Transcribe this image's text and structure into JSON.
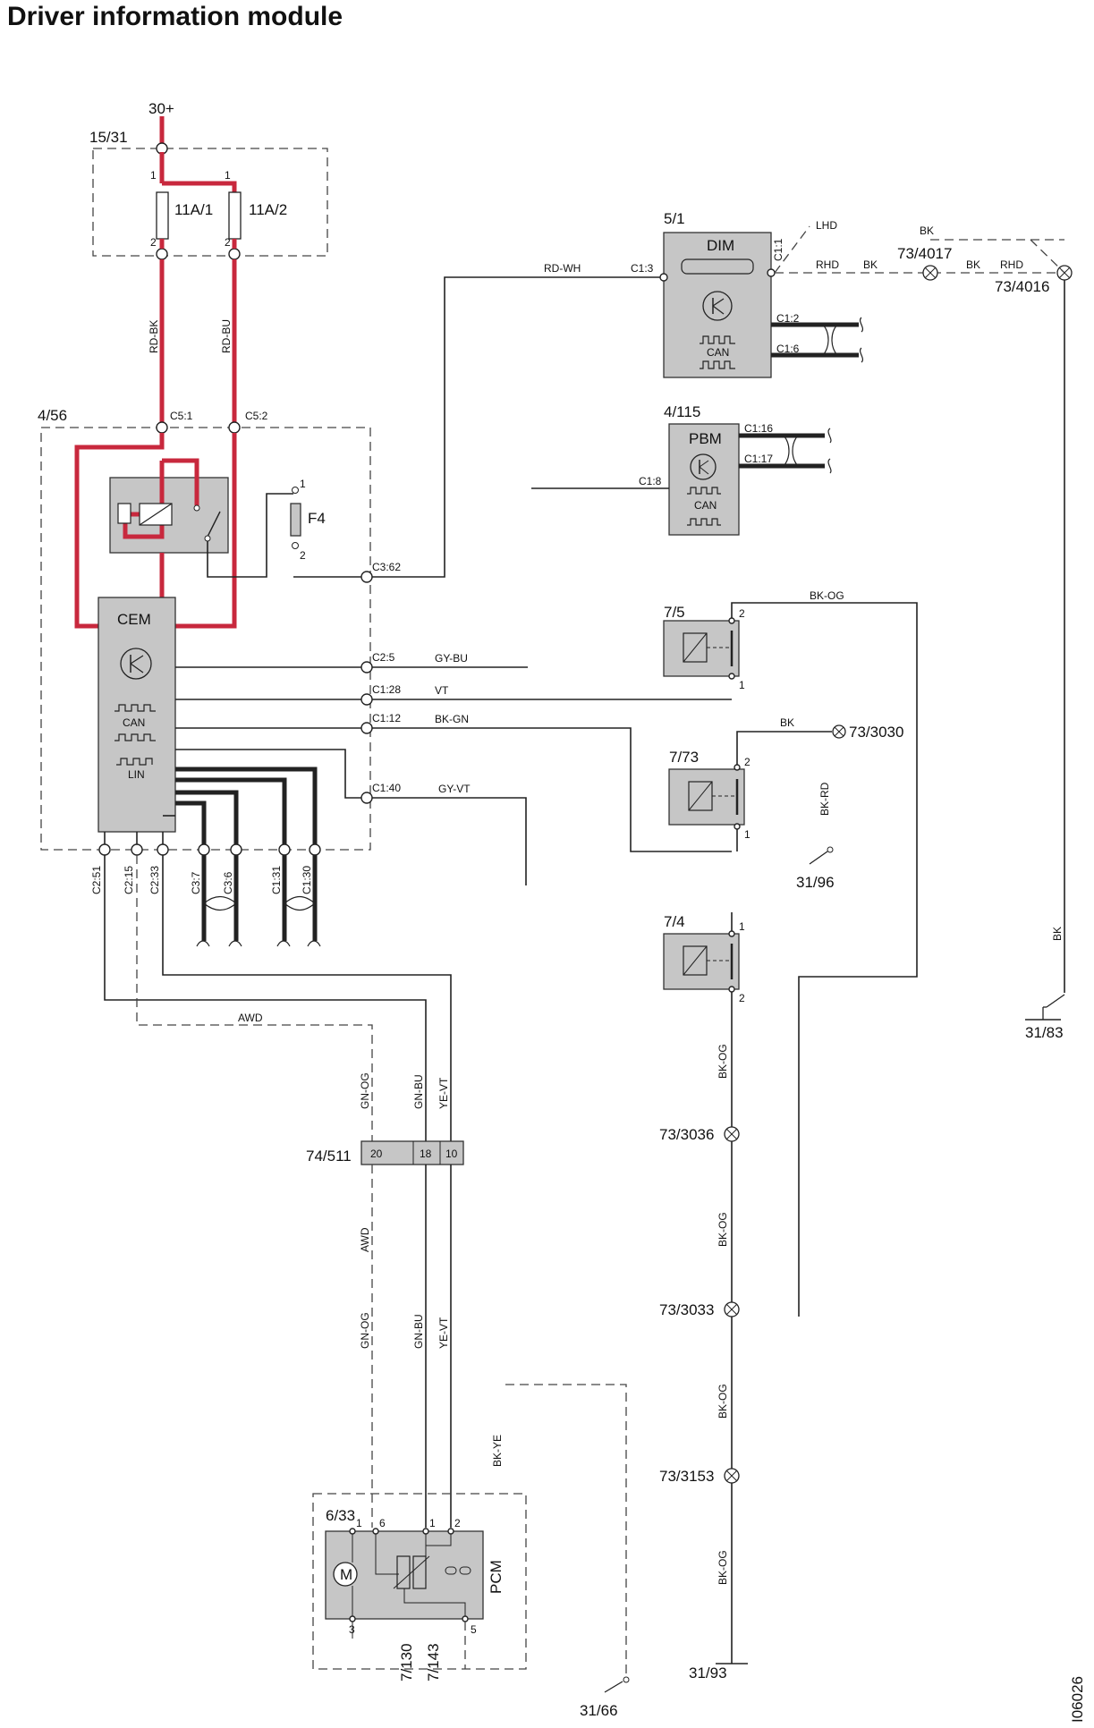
{
  "title": "Driver information module",
  "document_code": "I06026",
  "supply": {
    "label": "30+"
  },
  "fuse_box": {
    "id": "15/31",
    "fuses": [
      {
        "label": "11A/1",
        "pin_top": "1",
        "pin_bottom": "2"
      },
      {
        "label": "11A/2",
        "pin_top": "1",
        "pin_bottom": "2"
      }
    ],
    "wire_colors": [
      "RD-BK",
      "RD-BU"
    ]
  },
  "cem_module": {
    "id": "4/56",
    "name": "CEM",
    "fuse_label": "F4",
    "fuse_pins": [
      "1",
      "2"
    ],
    "can_label": "CAN",
    "lin_label": "LIN",
    "connectors_top": [
      "C5:1",
      "C5:2"
    ],
    "connectors_side": [
      "C3:62",
      "C2:5",
      "C1:28",
      "C1:12",
      "C1:40"
    ],
    "connectors_bottom": [
      "C2:51",
      "C2:15",
      "C2:33",
      "C3:7",
      "C3:6",
      "C1:31",
      "C1:30"
    ],
    "side_wire_colors": [
      "GY-BU",
      "VT",
      "BK-GN",
      "GY-VT"
    ]
  },
  "dim_module": {
    "id": "5/1",
    "name": "DIM",
    "connectors": [
      "C1:3",
      "C1:1",
      "C1:2",
      "C1:6"
    ],
    "can_label": "CAN",
    "input_wire": "RD-WH",
    "steering_labels": [
      "LHD",
      "RHD"
    ],
    "ground_wire": "BK",
    "ground_points": [
      "73/4017",
      "73/4016"
    ],
    "ground_wire_labels": [
      "BK",
      "BK",
      "BK",
      "RHD"
    ]
  },
  "pbm_module": {
    "id": "4/115",
    "name": "PBM",
    "connectors": [
      "C1:16",
      "C1:17",
      "C1:8"
    ],
    "can_label": "CAN"
  },
  "switches": [
    {
      "id": "7/5",
      "pins": [
        "2",
        "1"
      ],
      "wire": "BK-OG"
    },
    {
      "id": "7/73",
      "pins": [
        "2",
        "1"
      ],
      "wire": "BK",
      "ground": "73/3030",
      "side_wire": "BK-RD"
    },
    {
      "id": "7/4",
      "pins": [
        "1",
        "2"
      ]
    }
  ],
  "grounds": [
    "31/96",
    "31/83",
    "31/93",
    "31/66"
  ],
  "splices": [
    "73/3036",
    "73/3033",
    "73/3153"
  ],
  "bk_og_label": "BK-OG",
  "right_wire_label": "BK",
  "awd_label": "AWD",
  "connector_block": {
    "id": "74/511",
    "pins": [
      "20",
      "18",
      "10"
    ],
    "wires_upper": [
      "GN-OG",
      "GN-BU",
      "YE-VT"
    ],
    "wires_lower": [
      "AWD",
      "GN-OG",
      "GN-BU",
      "YE-VT"
    ]
  },
  "pcm_module": {
    "id": "6/33",
    "name": "PCM",
    "pins_top": [
      "1",
      "6",
      "1",
      "2"
    ],
    "pins_bottom": [
      "3",
      "5"
    ],
    "motor_label": "M",
    "refs": [
      "7/130",
      "7/143"
    ],
    "wire": "BK-YE"
  }
}
